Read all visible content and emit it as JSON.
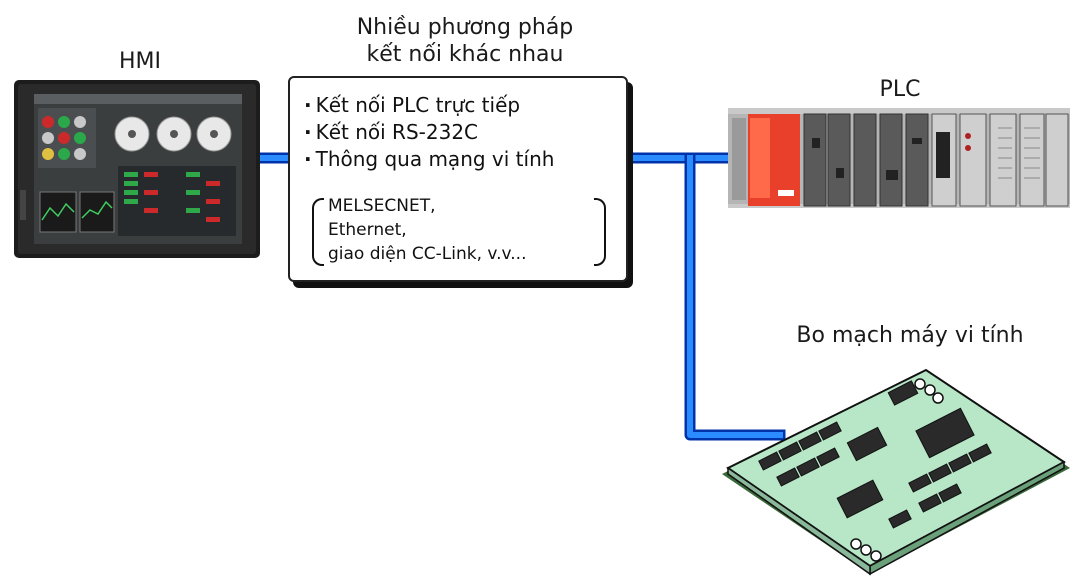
{
  "hmi": {
    "label": "HMI"
  },
  "connection_box": {
    "title_lines": [
      "Nhiều phương pháp",
      "kết nối khác nhau"
    ],
    "bullets": [
      "Kết nối PLC trực tiếp",
      "Kết nối RS-232C",
      "Thông qua mạng vi tính"
    ],
    "network_examples": [
      "MELSECNET,",
      "Ethernet,",
      "giao diện CC-Link, v.v..."
    ]
  },
  "plc": {
    "label": "PLC"
  },
  "computer_board": {
    "label": "Bo mạch máy vi tính"
  },
  "colors": {
    "link_blue": "#1a7cff",
    "link_dark": "#0033aa",
    "plc_red": "#e8402a"
  },
  "icons": [
    "hmi-screen-icon",
    "plc-rack-icon",
    "circuit-board-icon"
  ]
}
